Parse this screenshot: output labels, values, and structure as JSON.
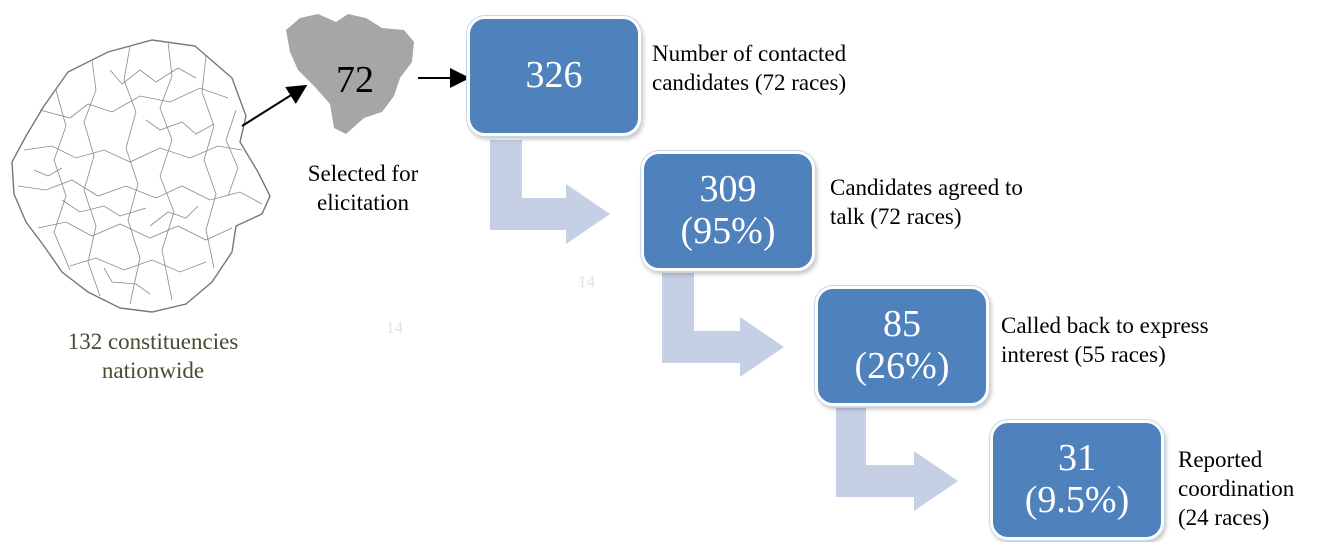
{
  "nationwide": {
    "label_line1": "132 constituencies",
    "label_line2": "nationwide"
  },
  "selected": {
    "number": "72",
    "label_line1": "Selected for",
    "label_line2": "elicitation"
  },
  "steps": [
    {
      "value": "326",
      "pct": "",
      "desc_line1": "Number of contacted",
      "desc_line2": "candidates (72 races)",
      "desc_line3": ""
    },
    {
      "value": "309",
      "pct": "(95%)",
      "desc_line1": "Candidates agreed to",
      "desc_line2": "talk (72 races)",
      "desc_line3": ""
    },
    {
      "value": "85",
      "pct": "(26%)",
      "desc_line1": "Called back to express",
      "desc_line2": "interest (55 races)",
      "desc_line3": ""
    },
    {
      "value": "31",
      "pct": "(9.5%)",
      "desc_line1": "Reported",
      "desc_line2": "coordination",
      "desc_line3": "(24 races)"
    }
  ],
  "ghost_marks": [
    "14",
    "14"
  ],
  "colors": {
    "box": "#4f81bd",
    "arrow": "#c5d0e4",
    "map_fill": "#a6a6a6",
    "nationwide_text": "#4a4a30"
  }
}
